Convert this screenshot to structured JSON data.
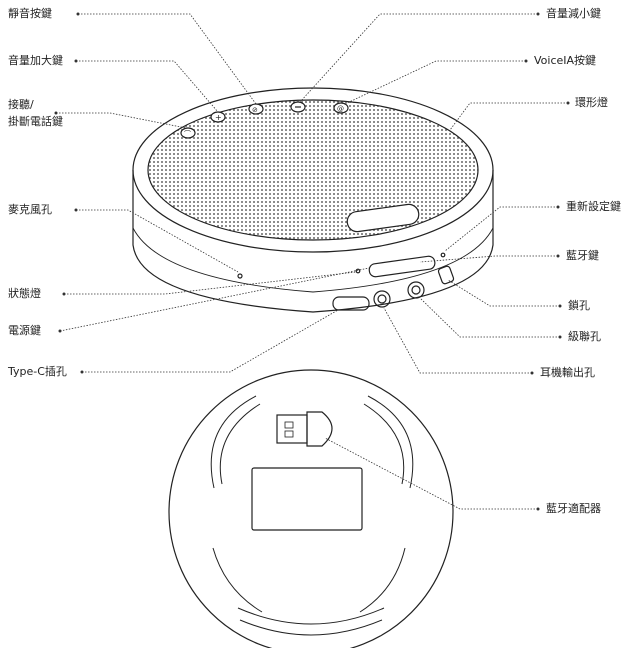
{
  "diagram": {
    "left_labels": {
      "mute": "靜音按鍵",
      "vol_up": "音量加大鍵",
      "answer_line1": "接聽/",
      "answer_line2": "掛斷電話鍵",
      "mic": "麥克風孔",
      "status_light": "狀態燈",
      "power": "電源鍵",
      "typec": "Type-C插孔"
    },
    "right_labels": {
      "vol_down": "音量減小鍵",
      "voice_ai": "VoiceIA按鍵",
      "ring_light": "環形燈",
      "reset": "重新設定鍵",
      "bluetooth": "藍牙鍵",
      "lock": "鎖孔",
      "cascade": "級聯孔",
      "headphone": "耳機輸出孔",
      "bt_adapter": "藍牙適配器"
    },
    "colors": {
      "line": "#333333",
      "device_stroke": "#222222",
      "grille": "#666666"
    }
  }
}
